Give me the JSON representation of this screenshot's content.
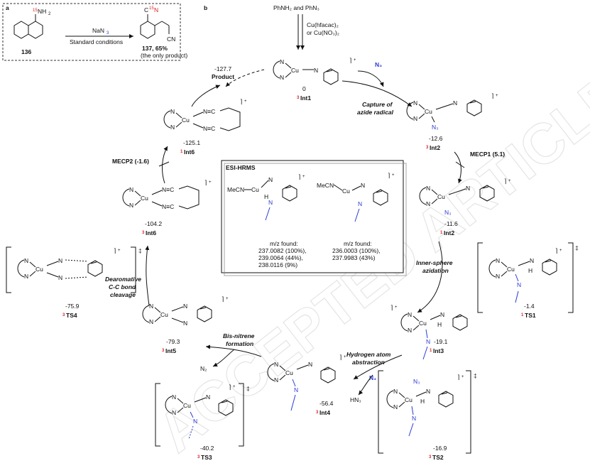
{
  "panel_labels": {
    "a": "a",
    "b": "b"
  },
  "panel_a": {
    "reagent_nh2": "NH",
    "reagent_nh2_sub": "2",
    "isotope": "15",
    "arrow_reagent": "NaN",
    "arrow_reagent_sub": "3",
    "arrow_condition": "Standard conditions",
    "start_label": "136",
    "product_label": "137, 65%",
    "product_note": "(the only product)",
    "product_n_top": "C",
    "product_n_iso": "15",
    "product_n": "N",
    "product_cn": "CN"
  },
  "panel_b": {
    "reagents_top": "PhNH₂ and PhN₃",
    "catalyst_1": "Cu(hfacac)₂",
    "catalyst_2": "or Cu(NO₃)₂",
    "azide_radical": "N₃",
    "capture_label_1": "Capture of",
    "capture_label_2": "azide radical",
    "product_energy": "-127.7",
    "product_label": "Product",
    "mecp1": "MECP1 (5.1)",
    "mecp2": "MECP2 (-1.6)",
    "inner_sphere_1": "Inner-sphere",
    "inner_sphere_2": "azidation",
    "habs_1": "Hydrogen atom",
    "habs_2": "abstraction",
    "hn3": "HN₃",
    "bisnitrene_1": "Bis-nitrene",
    "bisnitrene_2": "formation",
    "n2": "N₂",
    "dearom_1": "Dearomative",
    "dearom_2": "C-C bond",
    "dearom_3": "cleavage",
    "species": [
      {
        "id": "int1",
        "energy": "0",
        "spin": "3",
        "name": "Int1"
      },
      {
        "id": "int2a",
        "energy": "-12.6",
        "spin": "3",
        "name": "Int2"
      },
      {
        "id": "int2b",
        "energy": "-11.6",
        "spin": "1",
        "name": "Int2"
      },
      {
        "id": "ts1",
        "energy": "-1.4",
        "spin": "1",
        "name": "TS1"
      },
      {
        "id": "int3",
        "energy": "-19.1",
        "spin": "1",
        "name": "Int3"
      },
      {
        "id": "ts2",
        "energy": "-16.9",
        "spin": "3",
        "name": "TS2"
      },
      {
        "id": "int4",
        "energy": "-56.4",
        "spin": "3",
        "name": "Int4"
      },
      {
        "id": "ts3",
        "energy": "-40.2",
        "spin": "3",
        "name": "TS3"
      },
      {
        "id": "int5",
        "energy": "-79.3",
        "spin": "3",
        "name": "Int5"
      },
      {
        "id": "ts4",
        "energy": "-75.9",
        "spin": "3",
        "name": "TS4"
      },
      {
        "id": "int6a",
        "energy": "-104.2",
        "spin": "3",
        "name": "Int6"
      },
      {
        "id": "int6b",
        "energy": "-125.1",
        "spin": "1",
        "name": "Int6"
      }
    ],
    "hrms": {
      "title": "ESI-HRMS",
      "left_ligand": "MeCN",
      "right_ligand": "MeCN",
      "left_found": "m/z found:",
      "left_lines": [
        "237.0082 (100%),",
        "239.0064 (44%),",
        "238.0116 (9%)"
      ],
      "right_found": "m/z found:",
      "right_lines": [
        "236.0003 (100%),",
        "237.9983 (43%)"
      ]
    },
    "atom_n": "N",
    "atom_cu": "Cu",
    "atom_h": "H",
    "atom_nc": "N≡C",
    "charge": "+",
    "ts_mark": "‡"
  }
}
